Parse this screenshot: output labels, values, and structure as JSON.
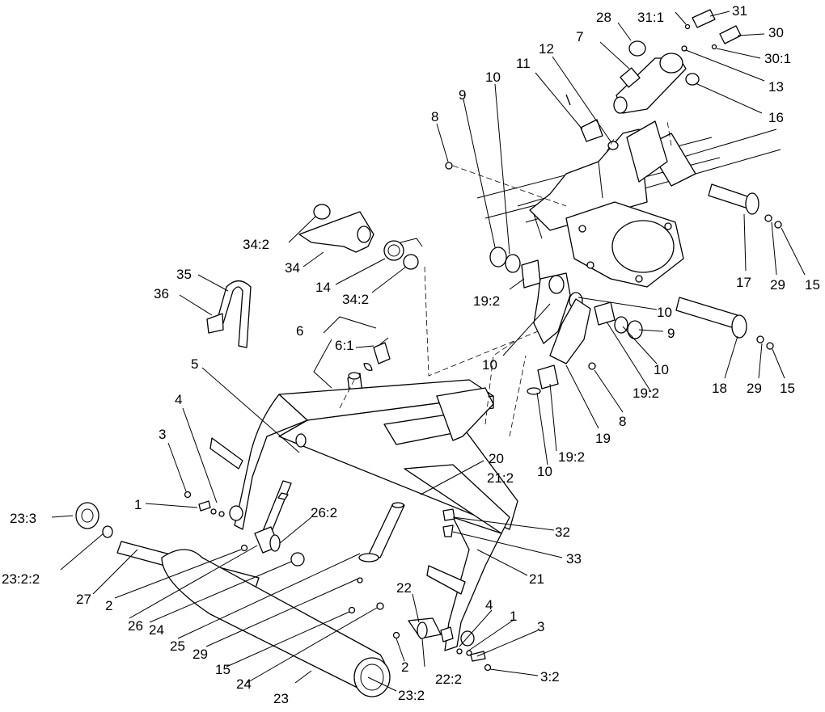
{
  "callouts": {
    "c1": "1",
    "c1b": "1",
    "c2": "2",
    "c2b": "2",
    "c3": "3",
    "c3b": "3",
    "c3_2": "3:2",
    "c4": "4",
    "c4b": "4",
    "c5": "5",
    "c6": "6",
    "c6_1": "6:1",
    "c7": "7",
    "c8": "8",
    "c8b": "8",
    "c9": "9",
    "c9b": "9",
    "c10a": "10",
    "c10b": "10",
    "c10c": "10",
    "c10d": "10",
    "c10e": "10",
    "c11": "11",
    "c12": "12",
    "c13": "13",
    "c14": "14",
    "c15": "15",
    "c15b": "15",
    "c15c": "15",
    "c16": "16",
    "c17": "17",
    "c18": "18",
    "c19": "19",
    "c19_2a": "19:2",
    "c19_2b": "19:2",
    "c19_2c": "19:2",
    "c20": "20",
    "c21": "21",
    "c21_2": "21:2",
    "c22": "22",
    "c22_2": "22:2",
    "c23": "23",
    "c23_2": "23:2",
    "c23_2_2": "23:2:2",
    "c23_3": "23:3",
    "c24": "24",
    "c24b": "24",
    "c25": "25",
    "c26": "26",
    "c26_2": "26:2",
    "c27": "27",
    "c28": "28",
    "c29": "29",
    "c29b": "29",
    "c29c": "29",
    "c30": "30",
    "c30_1": "30:1",
    "c31": "31",
    "c31_1": "31:1",
    "c32": "32",
    "c33": "33",
    "c34": "34",
    "c34_2a": "34:2",
    "c34_2b": "34:2",
    "c35": "35",
    "c36": "36"
  }
}
